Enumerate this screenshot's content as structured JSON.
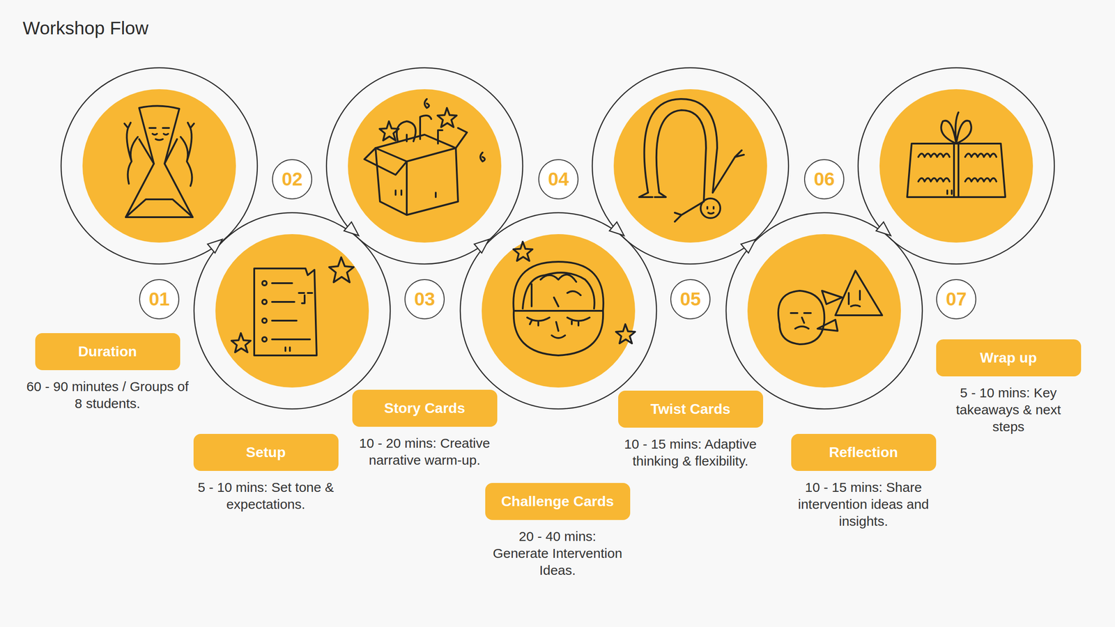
{
  "diagram": {
    "title": "Workshop Flow",
    "nodes": [
      {
        "text": [
          "Duration",
          "60 - 90 minutes / Groups of 8 students."
        ]
      },
      {
        "text": [
          "Setup",
          "5 - 10 mins: Set tone & expectations."
        ]
      },
      {
        "text": [
          "Story Cards",
          "10 - 20 mins: Creative narrative warm-up."
        ]
      },
      {
        "text": [
          "Challenge Cards",
          "20 - 40 mins: Generate Intervention Ideas."
        ]
      },
      {
        "text": [
          "Twist Cards",
          "10 - 15 mins: Adaptive thinking & flexibility."
        ]
      },
      {
        "text": [
          "Reflection",
          "10 - 15 mins: Share intervention ideas and insights."
        ]
      },
      {
        "text": [
          "Wrap up",
          "5 - 10 mins: Key takeaways & next steps"
        ]
      }
    ],
    "labels": [
      "01",
      "02",
      "03",
      "04",
      "05",
      "06",
      "07"
    ]
  }
}
